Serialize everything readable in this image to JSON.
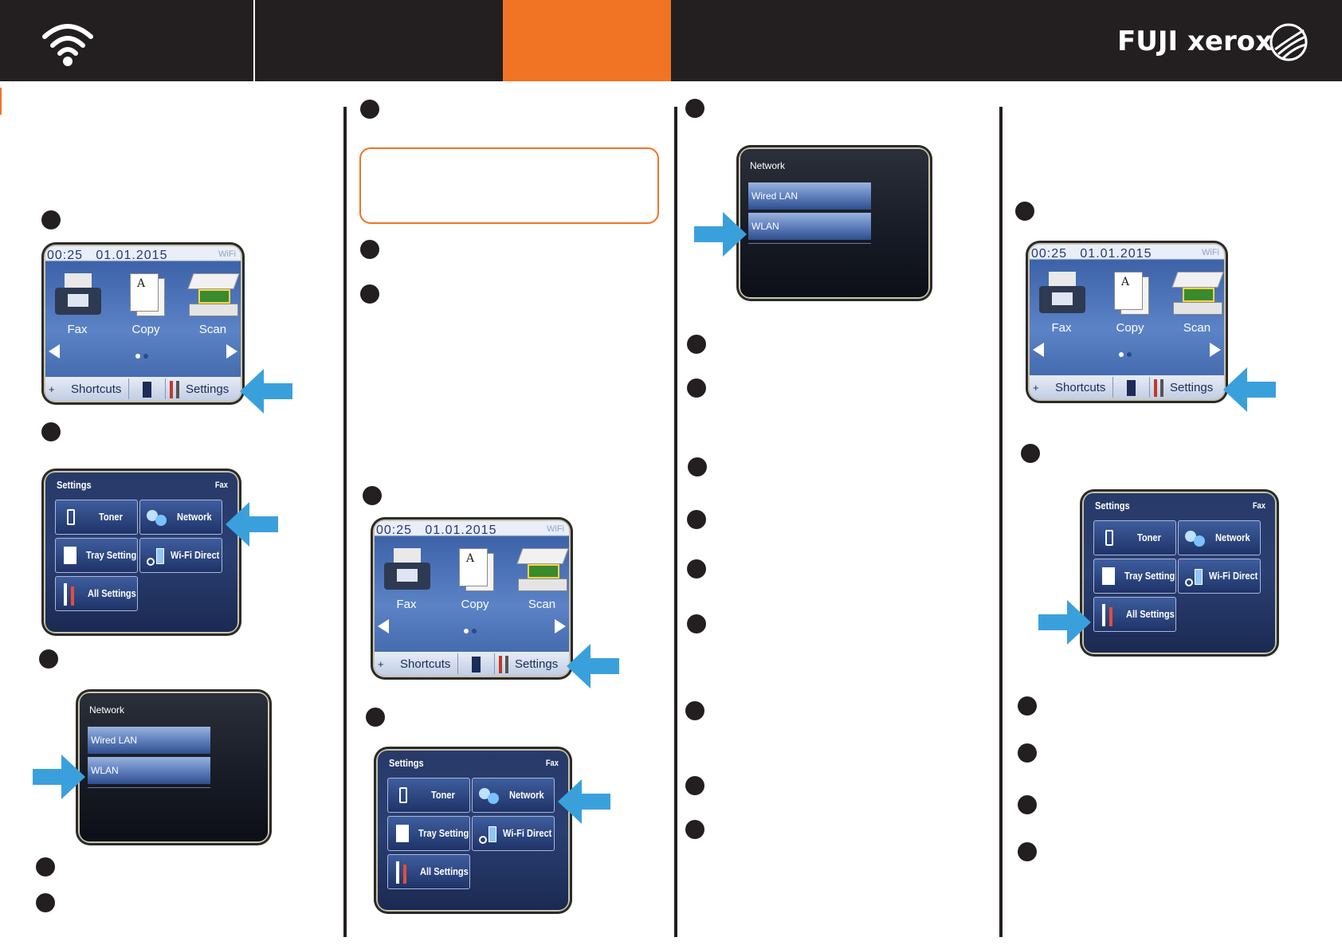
{
  "brand": {
    "name": "FUJI xerox"
  },
  "icons": {
    "header": "wifi-icon",
    "brand": "globe-icon",
    "pointer": "arrow-icon"
  },
  "colors": {
    "header": "#231f20",
    "accent": "#f07423",
    "pointer": "#3aa0dc"
  },
  "home_screen": {
    "time": "00:25",
    "date": "01.01.2015",
    "wifi": "WiFi",
    "fax": "Fax",
    "copy": "Copy",
    "scan": "Scan",
    "shortcuts": "Shortcuts",
    "settings": "Settings"
  },
  "settings_screen": {
    "title": "Settings",
    "fax": "Fax",
    "toner": "Toner",
    "network": "Network",
    "tray_setting": "Tray Setting",
    "wifi_direct": "Wi-Fi Direct",
    "all_settings": "All Settings"
  },
  "network_screen": {
    "title": "Network",
    "wired_lan": "Wired LAN",
    "wlan": "WLAN"
  }
}
